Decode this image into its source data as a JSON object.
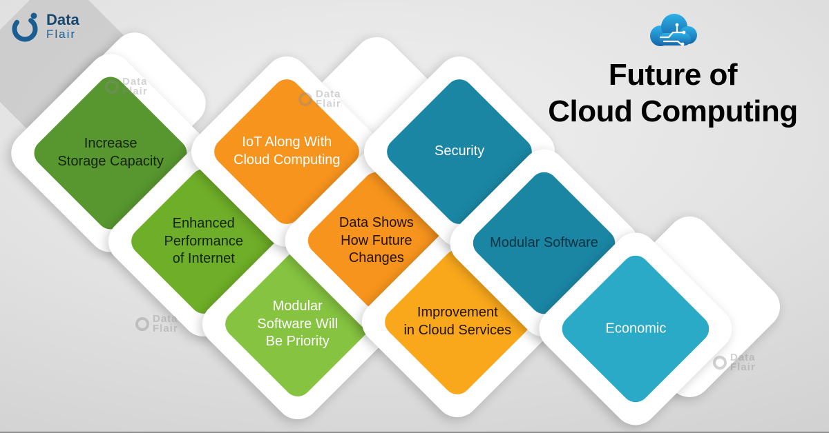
{
  "brand": {
    "name_top": "Data",
    "name_bottom": "Flair"
  },
  "header": {
    "title_line1": "Future of",
    "title_line2": "Cloud Computing",
    "cloud_icon": "cloud-circuit-icon"
  },
  "colors": {
    "background": "#dcdcdc",
    "halo": "#ffffff",
    "title_text": "#000000",
    "logo_blue": "#1a5d91",
    "cloud_blue": "#1e96d2"
  },
  "tiles": [
    {
      "id": "increase-storage-capacity",
      "label": "Increase\nStorage Capacity",
      "bg": "#58962f",
      "text_color": "#13230a"
    },
    {
      "id": "enhanced-performance-of-internet",
      "label": "Enhanced\nPerformance\nof Internet",
      "bg": "#6fae28",
      "text_color": "#13230a"
    },
    {
      "id": "modular-software-will-be-priority",
      "label": "Modular\nSoftware Will\nBe Priority",
      "bg": "#85c340",
      "text_color": "#ffffff"
    },
    {
      "id": "iot-along-with-cloud-computing",
      "label": "IoT Along With\nCloud Computing",
      "bg": "#f7941d",
      "text_color": "#ffffff"
    },
    {
      "id": "data-shows-how-future-changes",
      "label": "Data Shows\nHow Future\nChanges",
      "bg": "#f7941d",
      "text_color": "#221204"
    },
    {
      "id": "improvement-in-cloud-services",
      "label": "Improvement\nin Cloud Services",
      "bg": "#f9a81b",
      "text_color": "#221204"
    },
    {
      "id": "security",
      "label": "Security",
      "bg": "#1a86a4",
      "text_color": "#ffffff"
    },
    {
      "id": "modular-software",
      "label": "Modular Software",
      "bg": "#1a86a4",
      "text_color": "#07323e"
    },
    {
      "id": "economic",
      "label": "Economic",
      "bg": "#2aaac6",
      "text_color": "#ffffff"
    }
  ],
  "watermark": {
    "top": "Data",
    "bottom": "Flair"
  }
}
